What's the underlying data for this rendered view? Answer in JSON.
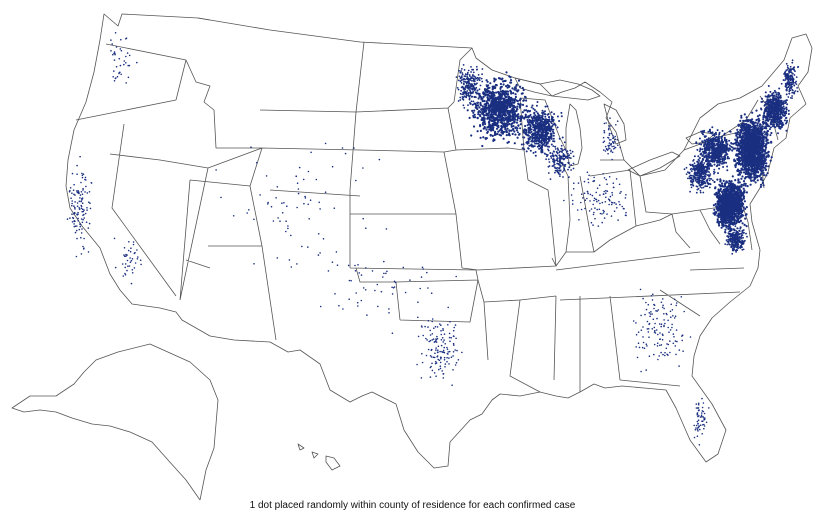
{
  "caption": "1 dot placed randomly within county of residence for each confirmed case",
  "colors": {
    "background": "#ffffff",
    "border": "#555555",
    "case_dot": "#1a2f80"
  },
  "map": {
    "region": "United States",
    "symbol": "1 dot per confirmed case",
    "density_by_area": [
      {
        "area": "Northeast (New England, New York, New Jersey, Pennsylvania)",
        "level": "very high"
      },
      {
        "area": "Mid-Atlantic (Maryland, Delaware, Virginia)",
        "level": "high"
      },
      {
        "area": "Upper Midwest (Wisconsin, Minnesota)",
        "level": "high"
      },
      {
        "area": "Michigan",
        "level": "low"
      },
      {
        "area": "Texas",
        "level": "low"
      },
      {
        "area": "California",
        "level": "low"
      },
      {
        "area": "Southeast",
        "level": "low"
      },
      {
        "area": "Great Plains and Mountain West",
        "level": "very low"
      }
    ]
  }
}
